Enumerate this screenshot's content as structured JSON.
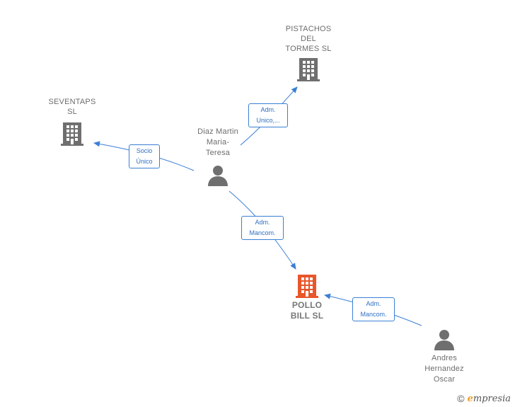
{
  "nodes": {
    "pistachos": {
      "label": "PISTACHOS\nDEL\nTORMES  SL",
      "icon": "building-icon",
      "color": "#6f6f6f"
    },
    "seventaps": {
      "label": "SEVENTAPS\nSL",
      "icon": "building-icon",
      "color": "#6f6f6f"
    },
    "diaz": {
      "label": "Diaz Martin\nMaria-\nTeresa",
      "icon": "person-icon",
      "color": "#6f6f6f"
    },
    "pollo": {
      "label": "POLLO\nBILL  SL",
      "icon": "building-icon",
      "color": "#e8562a"
    },
    "andres": {
      "label": "Andres\nHernandez\nOscar",
      "icon": "person-icon",
      "color": "#6f6f6f"
    }
  },
  "edges": {
    "diaz_pistachos": "Adm.\nUnico,...",
    "diaz_seventaps": "Socio\nÚnico",
    "diaz_pollo": "Adm.\nMancom.",
    "andres_pollo": "Adm.\nMancom."
  },
  "colors": {
    "edge": "#3a7fd5",
    "building": "#6f6f6f",
    "main_building": "#e8562a"
  },
  "footer": {
    "copyright": "©",
    "brand_initial": "e",
    "brand_rest": "mpresia"
  }
}
